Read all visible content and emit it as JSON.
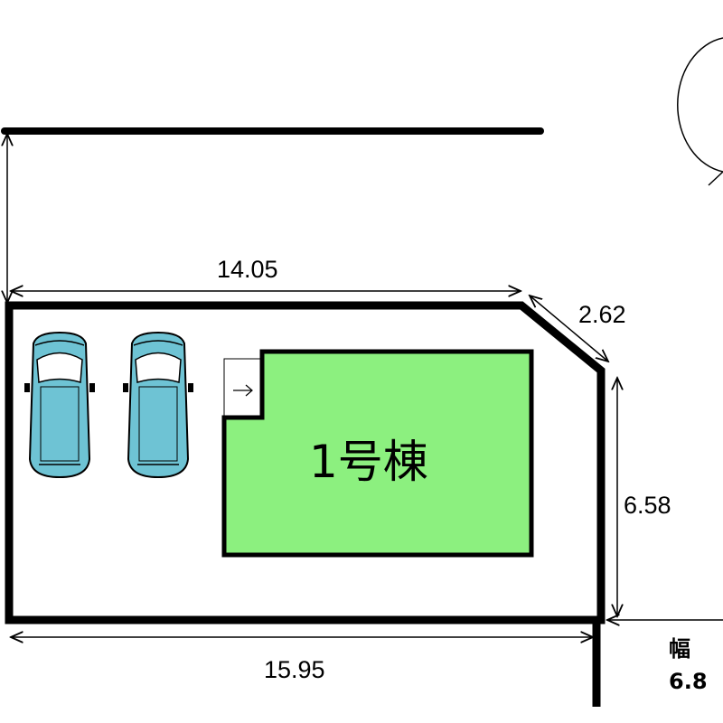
{
  "diagram": {
    "building_label": "1号棟",
    "dimensions": {
      "top": "14.05",
      "corner": "2.62",
      "right": "6.58",
      "bottom": "15.95"
    },
    "road": {
      "label": "幅",
      "width": "6.8"
    },
    "colors": {
      "building_fill": "#8cf07f",
      "car_body": "#6ec3d4",
      "outline": "#000000"
    },
    "north_arrow_icon": "north-arrow-icon",
    "car_icon": "car-icon"
  }
}
